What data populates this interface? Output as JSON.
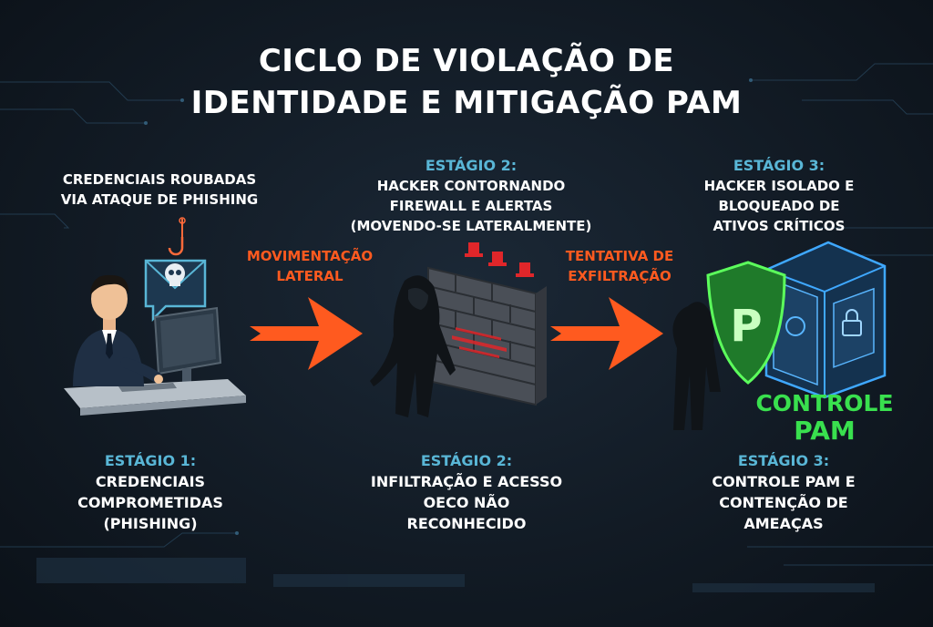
{
  "title": {
    "line1": "CICLO DE VIOLAÇÃO DE",
    "line2": "IDENTIDADE E MITIGAÇÃO PAM"
  },
  "stage1": {
    "top_caption": [
      "CREDENCIAIS ROUBADAS",
      "VIA ATAQUE DE PHISHING"
    ],
    "bottom_label": "ESTÁGIO 1:",
    "bottom_text": [
      "CREDENCIAIS",
      "COMPROMETIDAS",
      "(PHISHING)"
    ]
  },
  "arrow1": {
    "label": [
      "MOVIMENTAÇÃO",
      "LATERAL"
    ]
  },
  "stage2": {
    "top_label": "ESTÁGIO 2:",
    "top_caption": [
      "HACKER CONTORNANDO",
      "FIREWALL E ALERTAS",
      "(MOVENDO-SE LATERALMENTE)"
    ],
    "bottom_label": "ESTÁGIO 2:",
    "bottom_text": [
      "INFILTRAÇÃO E ACESSO",
      "OECO NÃO",
      "RECONHECIDO"
    ]
  },
  "arrow2": {
    "label": [
      "TENTATIVA DE",
      "EXFILTRAÇÃO"
    ]
  },
  "stage3": {
    "top_label": "ESTÁGIO 3:",
    "top_caption": [
      "HACKER ISOLADO E",
      "BLOQUEADO DE",
      "ATIVOS CRÍTICOS"
    ],
    "pam_label": [
      "CONTROLE",
      "PAM"
    ],
    "shield_letter": "P",
    "bottom_label": "ESTÁGIO 3:",
    "bottom_text": [
      "CONTROLE PAM E",
      "CONTENÇÃO DE",
      "AMEAÇAS"
    ]
  },
  "colors": {
    "stage_label": "#59b6d6",
    "arrow": "#ff5a1f",
    "pam_green": "#39e04e",
    "vault_blue": "#2f8fd6",
    "alert_red": "#e0262a"
  },
  "icons": [
    "phishing-email-icon",
    "skull-icon",
    "fish-hook-icon",
    "user-at-computer",
    "hooded-hacker",
    "brick-firewall",
    "alarm-icon",
    "shield-p-icon",
    "secure-vault-icon",
    "lock-icon"
  ]
}
